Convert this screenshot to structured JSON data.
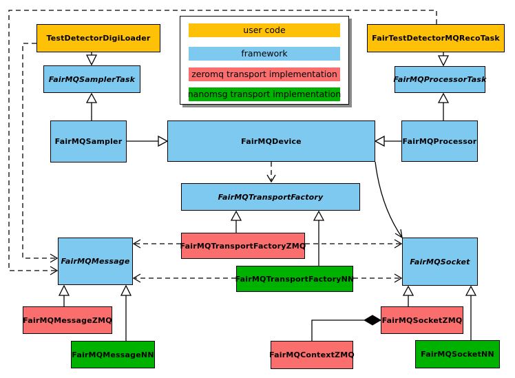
{
  "colors": {
    "userCode": "#FFC107",
    "framework": "#7EC9F0",
    "zeromq": "#FA6E6E",
    "nanomsg": "#00B200",
    "edge": "#000000",
    "legendShadow": "#8A8A8A"
  },
  "legend": {
    "items": [
      {
        "label": "user code",
        "color": "#FFC107"
      },
      {
        "label": "framework",
        "color": "#7EC9F0"
      },
      {
        "label": "zeromq transport implementation",
        "color": "#FA6E6E"
      },
      {
        "label": "nanomsg transport implementation",
        "color": "#00B200"
      }
    ]
  },
  "nodes": {
    "testDetectorDigiLoader": {
      "label": "TestDetectorDigiLoader",
      "category": "user code",
      "abstract": false
    },
    "fairTestDetectorMQRecoTask": {
      "label": "FairTestDetectorMQRecoTask",
      "category": "user code",
      "abstract": false
    },
    "fairMQSamplerTask": {
      "label": "FairMQSamplerTask",
      "category": "framework",
      "abstract": true
    },
    "fairMQProcessorTask": {
      "label": "FairMQProcessorTask",
      "category": "framework",
      "abstract": true
    },
    "fairMQSampler": {
      "label": "FairMQSampler",
      "category": "framework",
      "abstract": false
    },
    "fairMQDevice": {
      "label": "FairMQDevice",
      "category": "framework",
      "abstract": false
    },
    "fairMQProcessor": {
      "label": "FairMQProcessor",
      "category": "framework",
      "abstract": false
    },
    "fairMQTransportFactory": {
      "label": "FairMQTransportFactory",
      "category": "framework",
      "abstract": true
    },
    "fairMQTransportFactoryZMQ": {
      "label": "FairMQTransportFactoryZMQ",
      "category": "zeromq",
      "abstract": false
    },
    "fairMQTransportFactoryNN": {
      "label": "FairMQTransportFactoryNN",
      "category": "nanomsg",
      "abstract": false
    },
    "fairMQMessage": {
      "label": "FairMQMessage",
      "category": "framework",
      "abstract": true
    },
    "fairMQSocket": {
      "label": "FairMQSocket",
      "category": "framework",
      "abstract": true
    },
    "fairMQMessageZMQ": {
      "label": "FairMQMessageZMQ",
      "category": "zeromq",
      "abstract": false
    },
    "fairMQMessageNN": {
      "label": "FairMQMessageNN",
      "category": "nanomsg",
      "abstract": false
    },
    "fairMQSocketZMQ": {
      "label": "FairMQSocketZMQ",
      "category": "zeromq",
      "abstract": false
    },
    "fairMQSocketNN": {
      "label": "FairMQSocketNN",
      "category": "nanomsg",
      "abstract": false
    },
    "fairMQContextZMQ": {
      "label": "FairMQContextZMQ",
      "category": "zeromq",
      "abstract": false
    }
  }
}
